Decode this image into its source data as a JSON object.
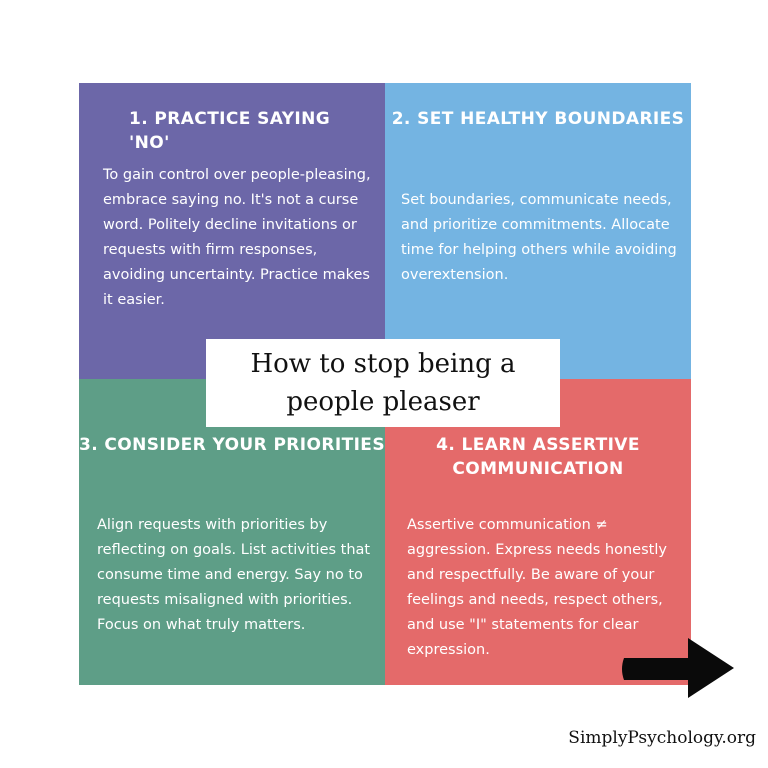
{
  "center_title": "How to stop being a people pleaser",
  "quadrants": [
    {
      "heading": "1. PRACTICE SAYING 'NO'",
      "body": "To gain control over people-pleasing, embrace saying no. It's not a curse word. Politely decline invitations or requests with firm responses, avoiding uncertainty. Practice makes it easier.",
      "color": "#6c67a8"
    },
    {
      "heading": "2. SET HEALTHY BOUNDARIES",
      "body": "Set boundaries, communicate needs, and prioritize commitments. Allocate time for helping others while avoiding overextension.",
      "color": "#74b4e2"
    },
    {
      "heading": "3. CONSIDER YOUR PRIORITIES",
      "body": "Align requests with priorities by reflecting on goals. List activities that consume time and energy. Say no to requests misaligned with priorities. Focus on what truly matters.",
      "color": "#5e9e87"
    },
    {
      "heading": "4. LEARN ASSERTIVE COMMUNICATION",
      "body": "Assertive communication ≠ aggression. Express needs honestly and respectfully. Be aware of your feelings and needs, respect others, and use \"I\" statements for clear expression.",
      "color": "#e46a6a"
    }
  ],
  "arrow_icon": "right-arrow-icon",
  "brand": "SimplyPsychology.org"
}
